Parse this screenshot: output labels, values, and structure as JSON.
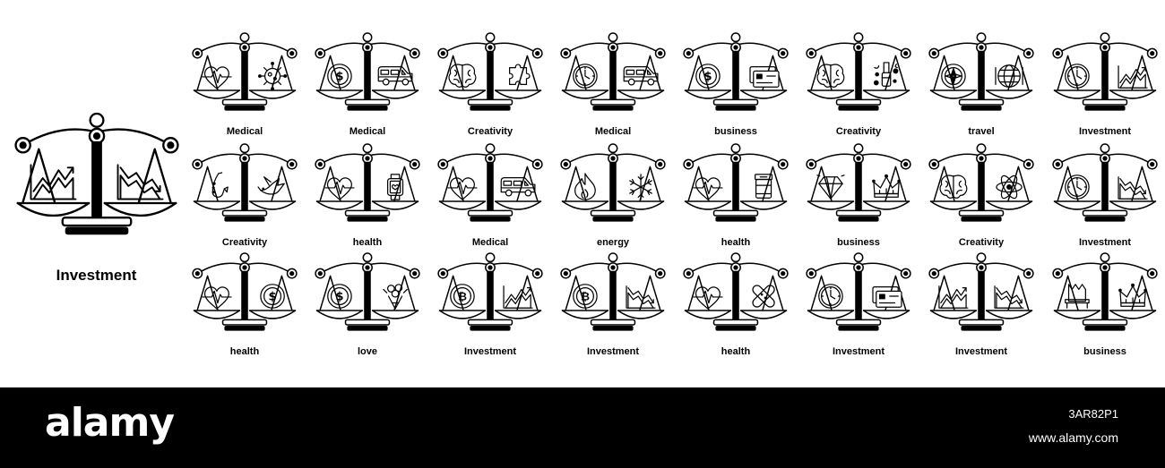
{
  "hero": {
    "label": "Investment",
    "left_icon": "chart-up-icon",
    "right_icon": "chart-down-icon"
  },
  "cells": [
    {
      "label": "Medical",
      "left_icon": "heartbeat-icon",
      "right_icon": "virus-icon"
    },
    {
      "label": "Medical",
      "left_icon": "dollar-coin-icon",
      "right_icon": "ambulance-icon"
    },
    {
      "label": "Creativity",
      "left_icon": "brain-icon",
      "right_icon": "puzzle-icon"
    },
    {
      "label": "Medical",
      "left_icon": "clock-icon",
      "right_icon": "ambulance-icon"
    },
    {
      "label": "business",
      "left_icon": "dollar-coin-icon",
      "right_icon": "credit-card-icon"
    },
    {
      "label": "Creativity",
      "left_icon": "brain-icon",
      "right_icon": "paint-brush-icon"
    },
    {
      "label": "travel",
      "left_icon": "compass-icon",
      "right_icon": "globe-icon"
    },
    {
      "label": "Investment",
      "left_icon": "clock-icon",
      "right_icon": "chart-up-icon"
    },
    {
      "label": "Creativity",
      "left_icon": "saxophone-icon",
      "right_icon": "dove-icon"
    },
    {
      "label": "health",
      "left_icon": "heartbeat-icon",
      "right_icon": "smartwatch-icon"
    },
    {
      "label": "Medical",
      "left_icon": "heartbeat-icon",
      "right_icon": "ambulance-icon"
    },
    {
      "label": "energy",
      "left_icon": "flame-icon",
      "right_icon": "snowflake-icon"
    },
    {
      "label": "health",
      "left_icon": "heartbeat-icon",
      "right_icon": "pills-icon"
    },
    {
      "label": "business",
      "left_icon": "diamond-icon",
      "right_icon": "crown-icon"
    },
    {
      "label": "Creativity",
      "left_icon": "brain-icon",
      "right_icon": "atom-icon"
    },
    {
      "label": "Investment",
      "left_icon": "clock-icon",
      "right_icon": "chart-down-icon"
    },
    {
      "label": "health",
      "left_icon": "heartbeat-icon",
      "right_icon": "dollar-coin-icon"
    },
    {
      "label": "love",
      "left_icon": "dollar-coin-icon",
      "right_icon": "bouquet-icon"
    },
    {
      "label": "Investment",
      "left_icon": "bitcoin-icon",
      "right_icon": "chart-up-icon"
    },
    {
      "label": "Investment",
      "left_icon": "bitcoin-icon",
      "right_icon": "chart-down-icon"
    },
    {
      "label": "health",
      "left_icon": "heartbeat-icon",
      "right_icon": "bandage-icon"
    },
    {
      "label": "Investment",
      "left_icon": "clock-icon",
      "right_icon": "credit-card-icon"
    },
    {
      "label": "Investment",
      "left_icon": "chart-up-icon",
      "right_icon": "chart-down-icon"
    },
    {
      "label": "business",
      "left_icon": "throne-icon",
      "right_icon": "crown-icon"
    }
  ],
  "footer": {
    "brand": "alamy",
    "image_id": "3AR82P1",
    "site": "www.alamy.com"
  }
}
